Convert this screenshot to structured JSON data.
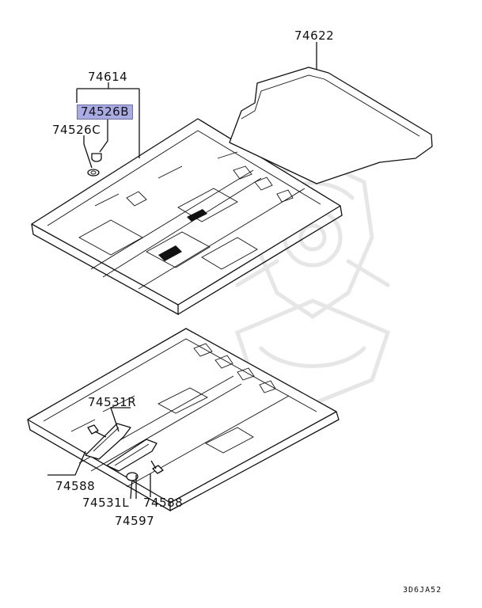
{
  "diagram": {
    "labels": {
      "p74622": "74622",
      "p74614": "74614",
      "p74526B": "74526B",
      "p74526C": "74526C",
      "p74531R": "74531R",
      "p74531L": "74531L",
      "p74588a": "74588",
      "p74588b": "74588",
      "p74597": "74597"
    },
    "highlighted_part": "74526B",
    "highlight_color": "#a9abe3",
    "diagram_code": "3D6JA52"
  }
}
